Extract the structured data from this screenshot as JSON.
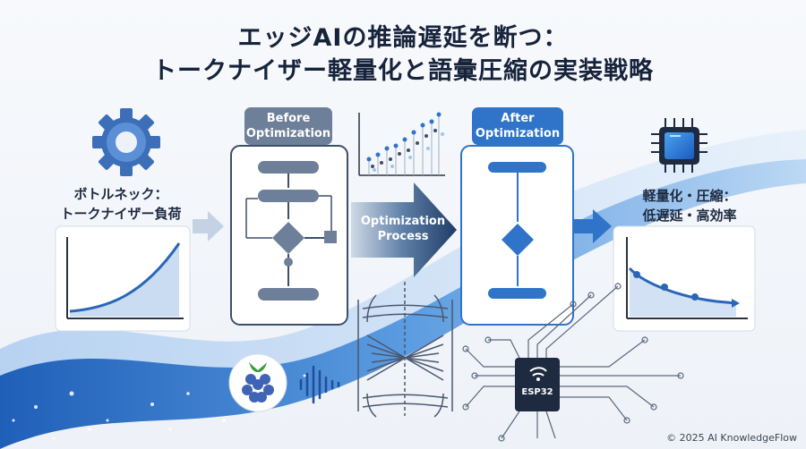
{
  "title": {
    "line1": "エッジAIの推論遅延を断つ：",
    "line2": "トークナイザー軽量化と語彙圧縮の実装戦略"
  },
  "bottleneck": {
    "line1": "ボトルネック：",
    "line2": "トークナイザー負荷"
  },
  "result": {
    "line1": "軽量化・圧縮：",
    "line2": "低遅延・高効率"
  },
  "before_tag": {
    "line1": "Before",
    "line2": "Optimization"
  },
  "after_tag": {
    "line1": "After",
    "line2": "Optimization"
  },
  "process_arrow": {
    "line1": "Optimization",
    "line2": "Process"
  },
  "chip_label": "ESP32",
  "footer": "© 2025 AI KnowledgeFlow",
  "colors": {
    "primary": "#2f74c8",
    "dark": "#3d5a80",
    "title": "#16233b"
  },
  "icons": [
    "gear-icon",
    "processor-icon",
    "raspberry-pi-icon",
    "esp32-chip-icon"
  ]
}
